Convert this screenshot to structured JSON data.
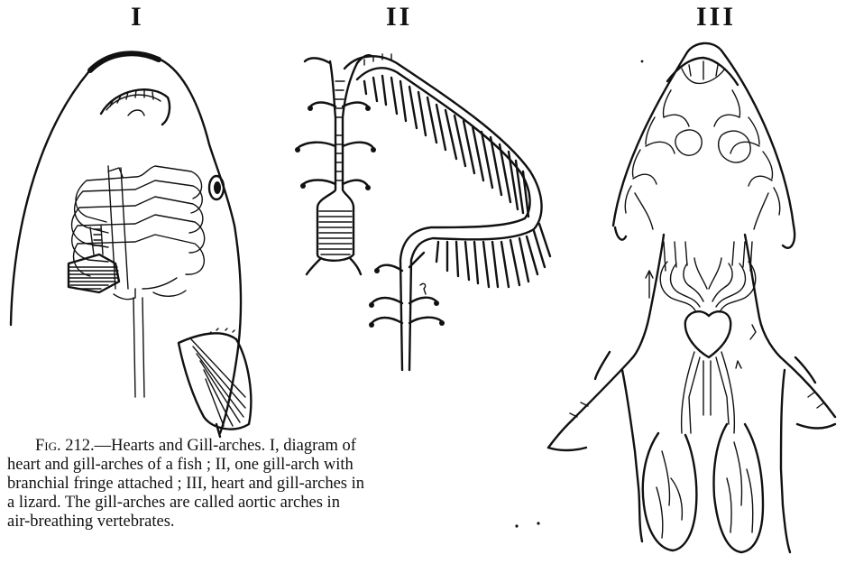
{
  "panels": [
    {
      "label": "I"
    },
    {
      "label": "II"
    },
    {
      "label": "III"
    }
  ],
  "caption": {
    "figure_number": "Fig. 212.",
    "lines": [
      "—Hearts and Gill-arches.  I, diagram of",
      "heart and gill-arches of a fish ; II, one gill-arch with",
      "branchial fringe attached ; III, heart and gill-arches in",
      "a lizard.  The gill-arches are called aortic arches in",
      "air-breathing vertebrates."
    ]
  }
}
